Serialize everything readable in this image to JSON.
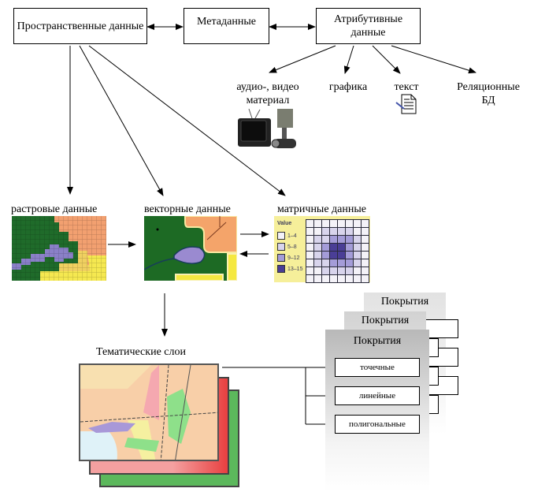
{
  "top": {
    "spatial": "Пространственные данные",
    "metadata": "Метаданные",
    "attribute": "Атрибутивные данные"
  },
  "attribute_types": {
    "av": "аудио-, видео материал",
    "graphics": "графика",
    "text": "текст",
    "rdb": "Реляционные БД"
  },
  "spatial_types": {
    "raster": "растровые данные",
    "vector": "векторные данные",
    "matrix": "матричные данные"
  },
  "matrix_legend": {
    "title": "Value",
    "ranges": [
      "1–4",
      "5–8",
      "9–12",
      "13–15"
    ]
  },
  "thematic": {
    "label": "Тематические слои"
  },
  "coverages": {
    "title": "Покрытия",
    "items": [
      "точечные",
      "линейные",
      "полигональные"
    ]
  }
}
